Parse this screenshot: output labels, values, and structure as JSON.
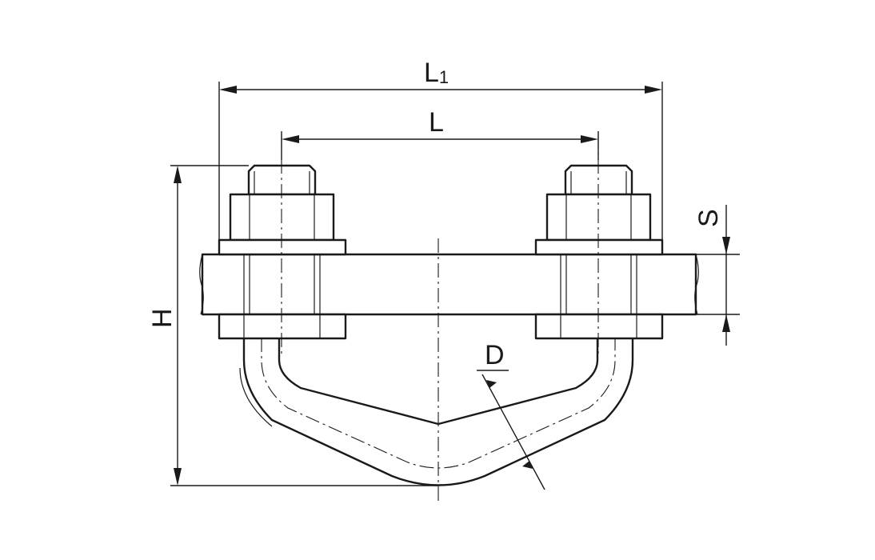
{
  "dimensions": {
    "L1": {
      "letter": "L",
      "subscript": "1"
    },
    "L": "L",
    "H": "H",
    "S": "S",
    "D": "D"
  }
}
